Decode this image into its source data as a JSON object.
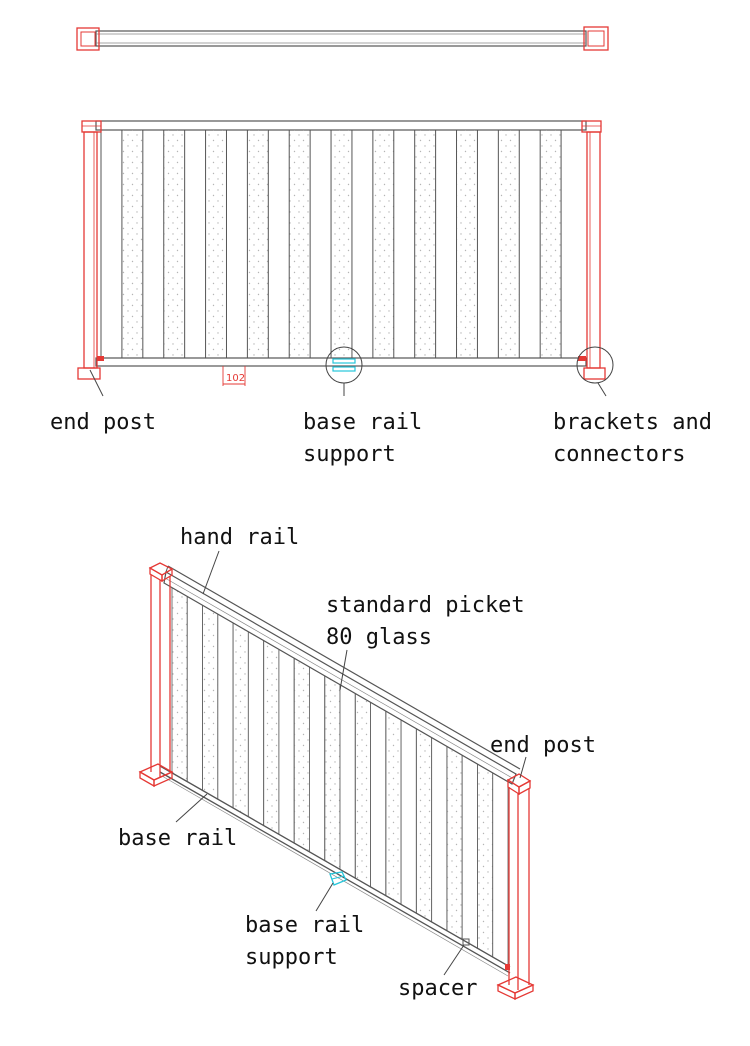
{
  "colors": {
    "post": "#e53935",
    "line": "#555555",
    "glass_dot": "#b5b5b5",
    "support": "#26c6da",
    "callout": "#444444"
  },
  "dimension": {
    "picket_spacing": "102"
  },
  "front_labels": {
    "end_post": "end post",
    "base_rail_support_1": "base rail",
    "base_rail_support_2": "support",
    "brackets_1": "brackets and",
    "brackets_2": "connectors"
  },
  "iso_labels": {
    "hand_rail": "hand rail",
    "standard_picket_1": "standard picket",
    "standard_picket_2": "80 glass",
    "end_post": "end post",
    "base_rail": "base rail",
    "base_rail_support_1": "base rail",
    "base_rail_support_2": "support",
    "spacer": "spacer"
  }
}
